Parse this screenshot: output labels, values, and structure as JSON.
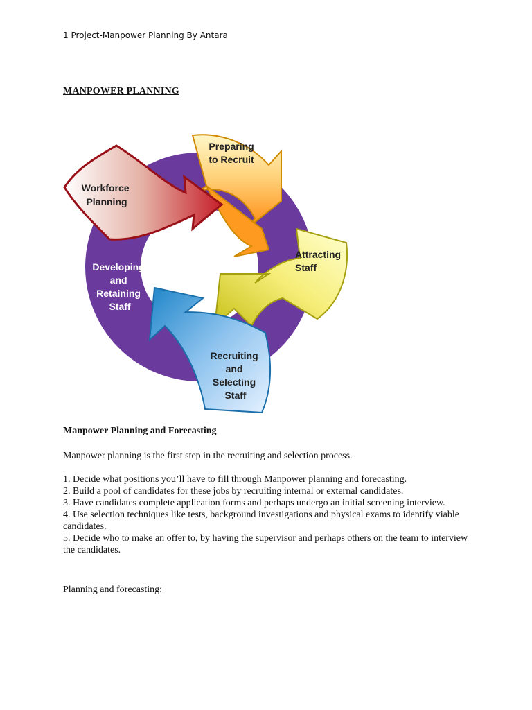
{
  "header": {
    "text": "1 Project-Manpower Planning By Antara"
  },
  "title": "MANPOWER PLANNING",
  "diagram": {
    "ring_color": "#6a3a9c",
    "steps": [
      {
        "label_lines": [
          "Preparing",
          "to Recruit"
        ]
      },
      {
        "label_lines": [
          "Attracting",
          "Staff"
        ]
      },
      {
        "label_lines": [
          "Recruiting",
          "and",
          "Selecting",
          "Staff"
        ]
      },
      {
        "label_lines": [
          "Developing",
          "and",
          "Retaining",
          "Staff"
        ]
      },
      {
        "label_lines": [
          "Workforce",
          "Planning"
        ]
      }
    ]
  },
  "section": {
    "heading": "Manpower Planning and Forecasting",
    "intro": "Manpower planning is the first step in the recruiting and selection process.",
    "items": [
      "1. Decide what positions you’ll have to fill through Manpower planning and forecasting.",
      "2. Build a pool of candidates for these jobs by recruiting internal or external candidates.",
      "3. Have candidates complete application forms and perhaps undergo an initial screening interview.",
      "4. Use selection techniques like tests, background investigations and physical exams to identify viable candidates.",
      "5. Decide who to make an offer to, by having the supervisor and perhaps others on the team to interview the candidates."
    ],
    "outro": "Planning and forecasting:"
  }
}
